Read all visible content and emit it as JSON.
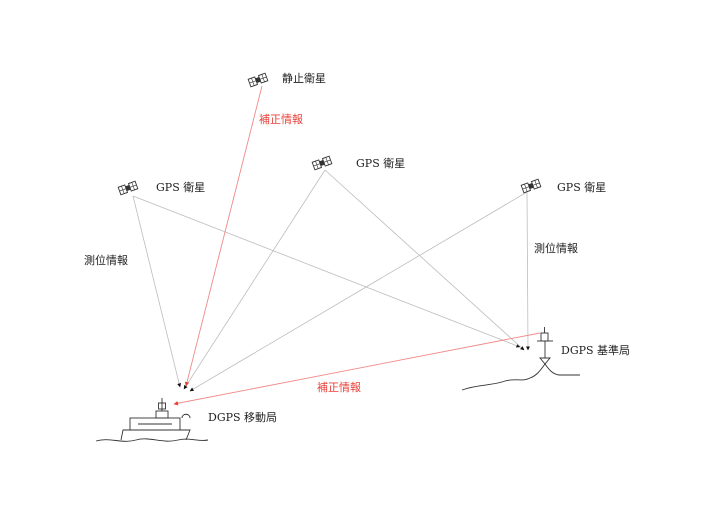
{
  "labels": {
    "geo_satellite": "静止衛星",
    "gps_satellite_left": "GPS 衛星",
    "gps_satellite_center": "GPS 衛星",
    "gps_satellite_right": "GPS 衛星",
    "correction_info_top": "補正情報",
    "correction_info_bottom": "補正情報",
    "positioning_info_left": "測位情報",
    "positioning_info_right": "測位情報",
    "dgps_base_station": "DGPS 基準局",
    "dgps_mobile_station": "DGPS 移動局"
  },
  "colors": {
    "correction_line": "#f08a87",
    "correction_text": "#e8403a",
    "signal_line": "#bdbdbd",
    "outline": "#333333"
  }
}
